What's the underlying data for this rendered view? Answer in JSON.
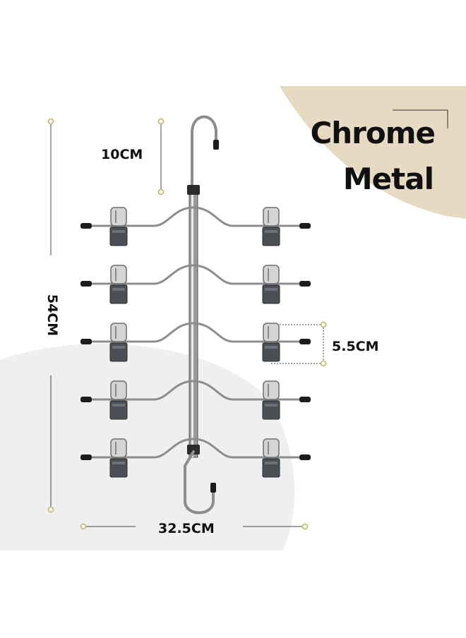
{
  "title": {
    "line1": "Chrome",
    "line2": "Metal"
  },
  "dimensions": {
    "hook": "10CM",
    "clip_spacing": "5.5CM",
    "height": "54CM",
    "width": "32.5CM"
  },
  "colors": {
    "accent_beige": "#e6dac2",
    "backdrop_gray": "#efefef",
    "dimension_dot": "#c9c27a",
    "chrome": "#8c8c8c",
    "text": "#111111"
  },
  "hanger": {
    "tiers": 5,
    "clips_per_tier": 2
  }
}
